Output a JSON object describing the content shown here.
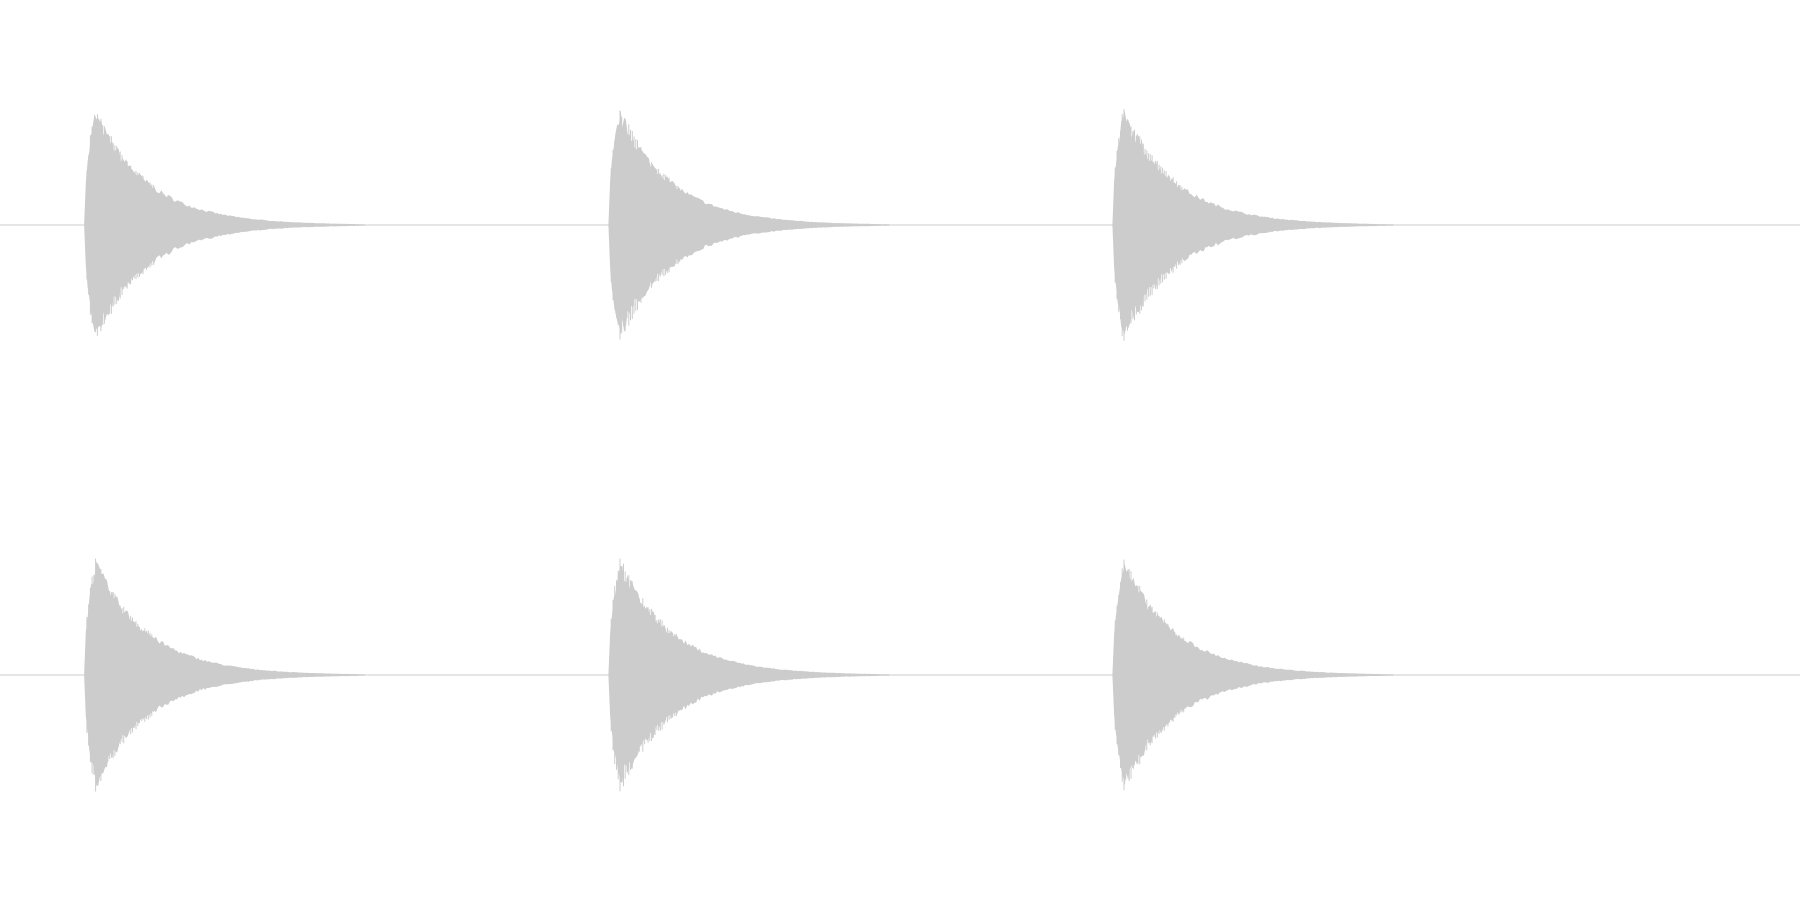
{
  "waveform": {
    "background_color": "#ffffff",
    "wave_color": "#cccccc",
    "baseline_color": "#cccccc",
    "channels": [
      {
        "id": "left",
        "bursts": [
          {
            "start": 0.0467,
            "length": 0.156,
            "peak": 1.0
          },
          {
            "start": 0.338,
            "length": 0.156,
            "peak": 1.0
          },
          {
            "start": 0.618,
            "length": 0.156,
            "peak": 1.0
          }
        ]
      },
      {
        "id": "right",
        "bursts": [
          {
            "start": 0.0467,
            "length": 0.156,
            "peak": 1.0
          },
          {
            "start": 0.338,
            "length": 0.156,
            "peak": 1.0
          },
          {
            "start": 0.618,
            "length": 0.156,
            "peak": 1.0
          }
        ]
      }
    ]
  }
}
